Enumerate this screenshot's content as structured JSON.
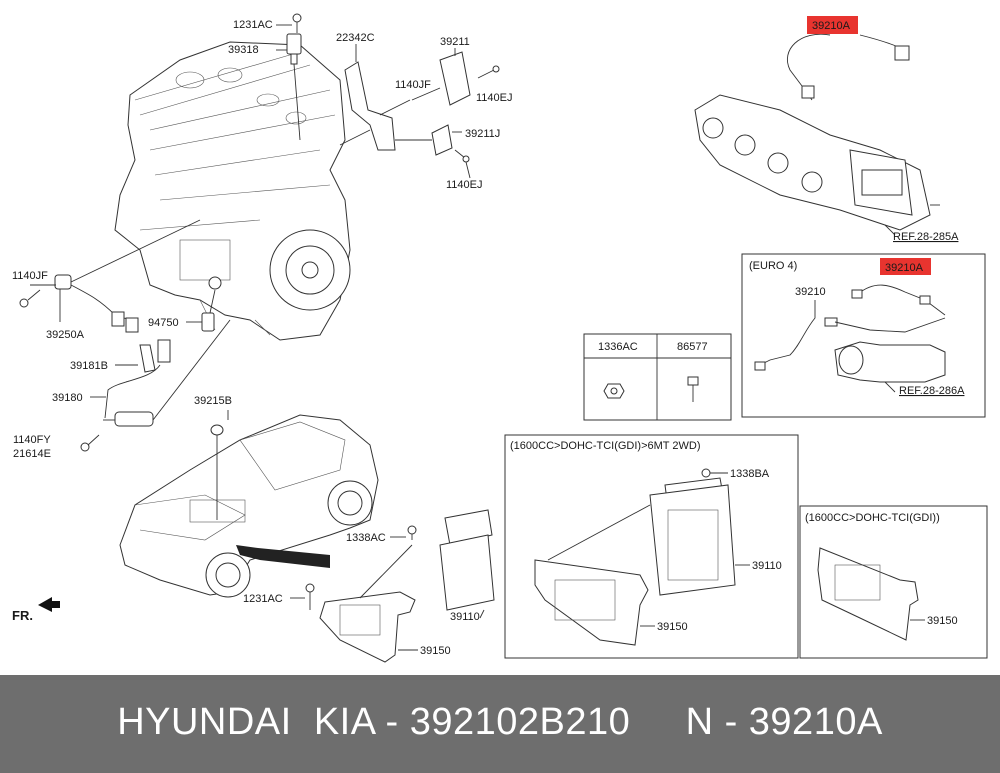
{
  "labels": {
    "l_1231ac_top": "1231AC",
    "l_39318": "39318",
    "l_22342c": "22342C",
    "l_39211": "39211",
    "l_1140jf_top": "1140JF",
    "l_1140ej_a": "1140EJ",
    "l_39211j": "39211J",
    "l_1140ej_b": "1140EJ",
    "l_1140jf_left": "1140JF",
    "l_39250a": "39250A",
    "l_94750": "94750",
    "l_39181b": "39181B",
    "l_39180": "39180",
    "l_1140fy": "1140FY",
    "l_21614e": "21614E",
    "l_39215b": "39215B",
    "l_fr": "FR.",
    "l_1338ac_left": "1338AC",
    "l_1231ac_bottom": "1231AC",
    "l_39110_mid": "39110",
    "l_39150_mid": "39150",
    "l_39210a_top": "39210A",
    "l_ref_285a": "REF.28-285A",
    "l_euro4": "(EURO 4)",
    "l_39210a_euro": "39210A",
    "l_39210": "39210",
    "l_ref_286a": "REF.28-286A",
    "l_1336ac": "1336AC",
    "l_86577": "86577",
    "l_box_6mt": "(1600CC>DOHC-TCI(GDI)>6MT 2WD)",
    "l_1338ba": "1338BA",
    "l_39110_box": "39110",
    "l_39150_box": "39150",
    "l_box_gdi": "(1600CC>DOHC-TCI(GDI))",
    "l_39150_right": "39150"
  },
  "colors": {
    "highlight": "#e8342f",
    "footer_bg": "#6e6e6e",
    "footer_text": "#ffffff",
    "line": "#333333"
  },
  "footer": {
    "text": "HYUNDAI  KIA - 392102B210     N - 39210A"
  }
}
